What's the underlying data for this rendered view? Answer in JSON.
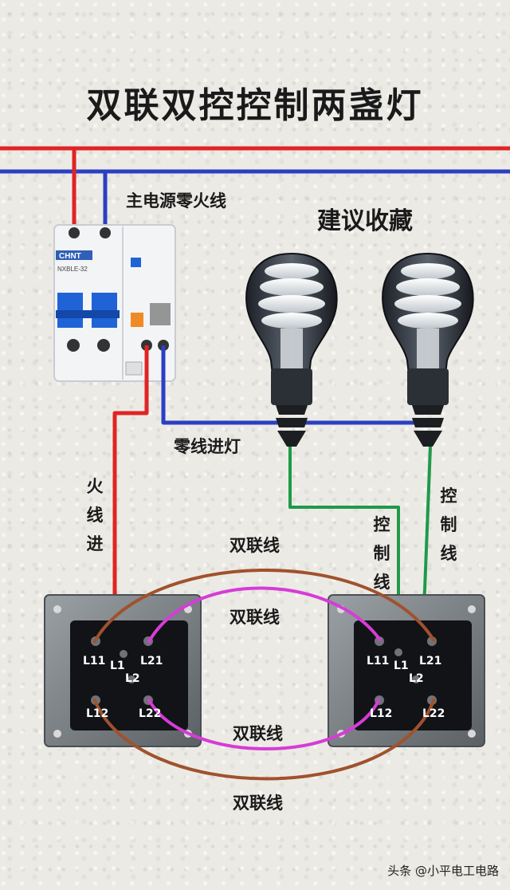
{
  "title": "双联双控控制两盏灯",
  "labels": {
    "main_power": "主电源零火线",
    "bookmark": "建议收藏",
    "neutral_to_lamp": "零线进灯",
    "live_in": "火线进",
    "control_left": "控制线",
    "control_right": "控制线",
    "gang_line": [
      "双联线",
      "双联线",
      "双联线",
      "双联线"
    ]
  },
  "breaker": {
    "brand": "CHNT",
    "model": "NXBLE-32"
  },
  "switches": [
    {
      "terminals": [
        "L11",
        "L1",
        "L21",
        "L2",
        "L12",
        "L22"
      ]
    },
    {
      "terminals": [
        "L11",
        "L1",
        "L21",
        "L2",
        "L12",
        "L22"
      ]
    }
  ],
  "watermark": "头条 @小平电工电路",
  "colors": {
    "live": "#e02424",
    "neutral": "#2b3fc4",
    "control": "#1f9a4a",
    "gang_a": "#a0522d",
    "gang_b": "#d63cd6"
  }
}
